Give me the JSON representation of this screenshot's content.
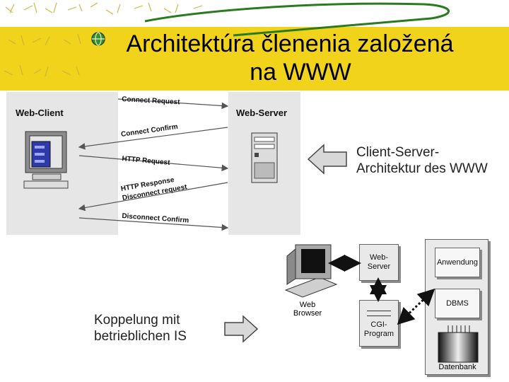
{
  "slide": {
    "title_line1": "Architektúra členenia založená",
    "title_line2": "na  WWW"
  },
  "protocol": {
    "client_label": "Web-Client",
    "server_label": "Web-Server",
    "messages": [
      "Connect Request",
      "Connect Confirm",
      "HTTP Request",
      "HTTP Response",
      "Disconnect request",
      "Disconnect Confirm"
    ]
  },
  "callout_top": {
    "line1": "Client-Server-",
    "line2": "Architektur des WWW"
  },
  "callout_bottom": {
    "line1": "Koppelung mit",
    "line2": "betrieblichen IS"
  },
  "lower_diagram": {
    "browser_line1": "Web",
    "browser_line2": "Browser",
    "web_server_line1": "Web-",
    "web_server_line2": "Server",
    "cgi_line1": "CGI-",
    "cgi_line2": "Program",
    "anwendung": "Anwendung",
    "dbms": "DBMS",
    "datenbank": "Datenbank"
  },
  "colors": {
    "header": "#f2d31c",
    "panel": "#e6e6e6",
    "arrow": "#555555"
  }
}
